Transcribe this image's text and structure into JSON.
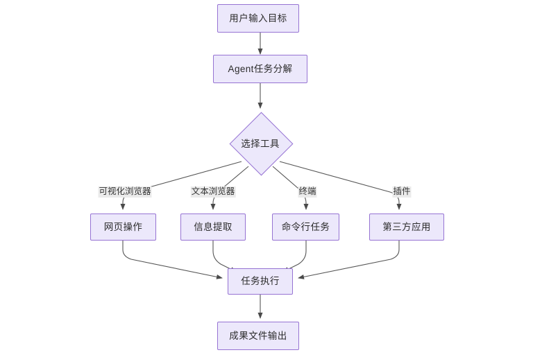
{
  "diagram": {
    "type": "flowchart",
    "direction": "top-down",
    "background_color": "#ffffff",
    "node_fill_color": "#ECE8FB",
    "node_border_color": "#9673D3",
    "node_text_color": "#2b2b2b",
    "edge_color": "#555555",
    "edge_label_background": "#EBEBEB",
    "nodes": [
      {
        "id": "input",
        "label": "用户输入目标",
        "shape": "rect"
      },
      {
        "id": "decompose",
        "label": "Agent任务分解",
        "shape": "rect"
      },
      {
        "id": "select",
        "label": "选择工具",
        "shape": "diamond"
      },
      {
        "id": "webop",
        "label": "网页操作",
        "shape": "rect"
      },
      {
        "id": "extract",
        "label": "信息提取",
        "shape": "rect"
      },
      {
        "id": "cli",
        "label": "命令行任务",
        "shape": "rect"
      },
      {
        "id": "thirdparty",
        "label": "第三方应用",
        "shape": "rect"
      },
      {
        "id": "execute",
        "label": "任务执行",
        "shape": "rect"
      },
      {
        "id": "output",
        "label": "成果文件输出",
        "shape": "rect"
      }
    ],
    "edges": [
      {
        "from": "input",
        "to": "decompose",
        "label": ""
      },
      {
        "from": "decompose",
        "to": "select",
        "label": ""
      },
      {
        "from": "select",
        "to": "webop",
        "label": "可视化浏览器"
      },
      {
        "from": "select",
        "to": "extract",
        "label": "文本浏览器"
      },
      {
        "from": "select",
        "to": "cli",
        "label": "终端"
      },
      {
        "from": "select",
        "to": "thirdparty",
        "label": "插件"
      },
      {
        "from": "webop",
        "to": "execute",
        "label": ""
      },
      {
        "from": "extract",
        "to": "execute",
        "label": ""
      },
      {
        "from": "cli",
        "to": "execute",
        "label": ""
      },
      {
        "from": "thirdparty",
        "to": "execute",
        "label": ""
      },
      {
        "from": "execute",
        "to": "output",
        "label": ""
      }
    ],
    "edge_labels": {
      "visual_browser": "可视化浏览器",
      "text_browser": "文本浏览器",
      "terminal": "终端",
      "plugin": "插件"
    }
  }
}
